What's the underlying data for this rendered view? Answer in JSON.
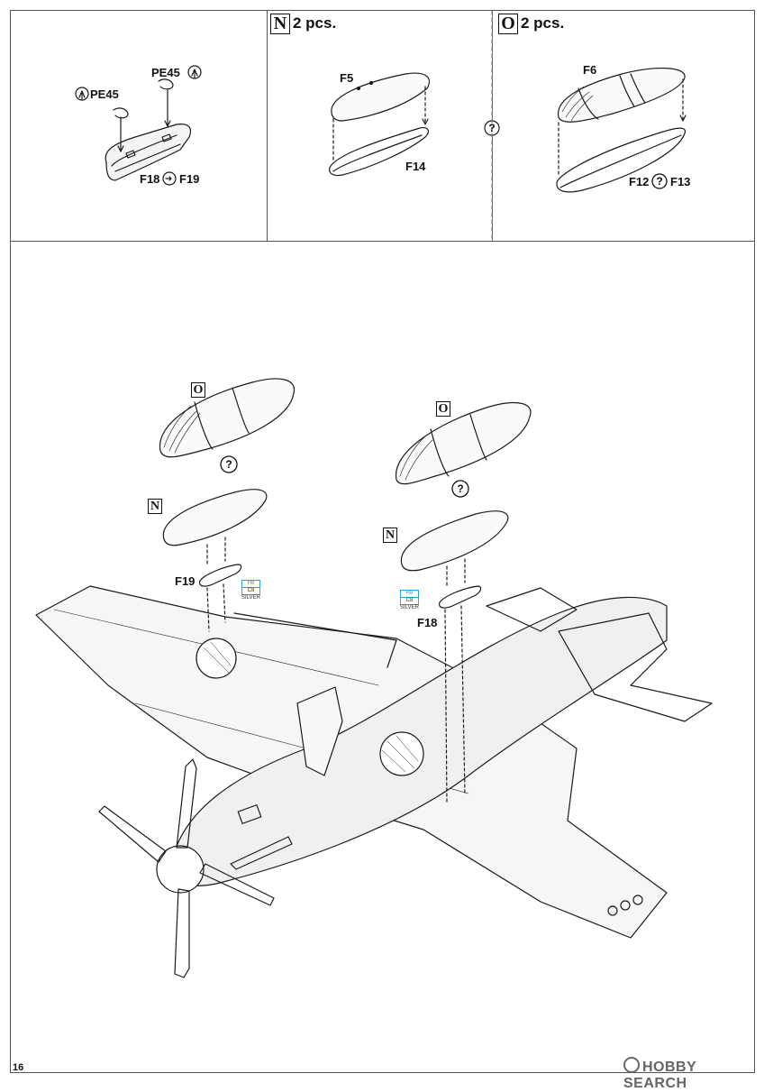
{
  "top_panels": {
    "left": {
      "parts": [
        "PE45",
        "PE45",
        "F18",
        "F19"
      ]
    },
    "middle": {
      "letter": "N",
      "qty": "2 pcs.",
      "parts": [
        "F5",
        "F14"
      ]
    },
    "right": {
      "letter": "O",
      "qty": "2 pcs.",
      "parts": [
        "F6",
        "F12",
        "F13"
      ]
    }
  },
  "main": {
    "tags": [
      "O",
      "N",
      "O",
      "N"
    ],
    "parts": [
      "F19",
      "F18"
    ],
    "paint_codes": {
      "h8": "H8",
      "c8": "C8",
      "silver": "SILVER"
    }
  },
  "page_number": "16",
  "watermark": "HOBBY SEARCH"
}
